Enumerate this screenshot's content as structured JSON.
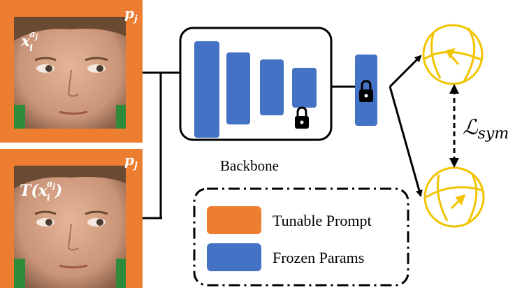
{
  "top_image": {
    "prompt_label_base": "p",
    "prompt_label_sub": "j",
    "input_label_base": "x",
    "input_label_sub": "i",
    "input_label_sup": "a",
    "input_label_supsub": "j"
  },
  "bottom_image": {
    "prompt_label_base": "p",
    "prompt_label_sub": "j",
    "input_label_prefix": "T(",
    "input_label_base": "x",
    "input_label_sub": "i",
    "input_label_sup": "a",
    "input_label_supsub": "j",
    "input_label_suffix": ")"
  },
  "backbone": {
    "label": "Backbone",
    "icon": "lock-icon"
  },
  "loss": {
    "symbol": "ℒ",
    "sub": "sym"
  },
  "legend": {
    "items": [
      {
        "label": "Tunable Prompt",
        "color": "#ED7D31"
      },
      {
        "label": "Frozen Params",
        "color": "#4472C4"
      }
    ]
  },
  "colors": {
    "prompt": "#ED7D31",
    "frozen": "#4472C4",
    "sphere": "#F2C400",
    "skin": "#D9A88A",
    "background_green": "#2E8B3A"
  }
}
